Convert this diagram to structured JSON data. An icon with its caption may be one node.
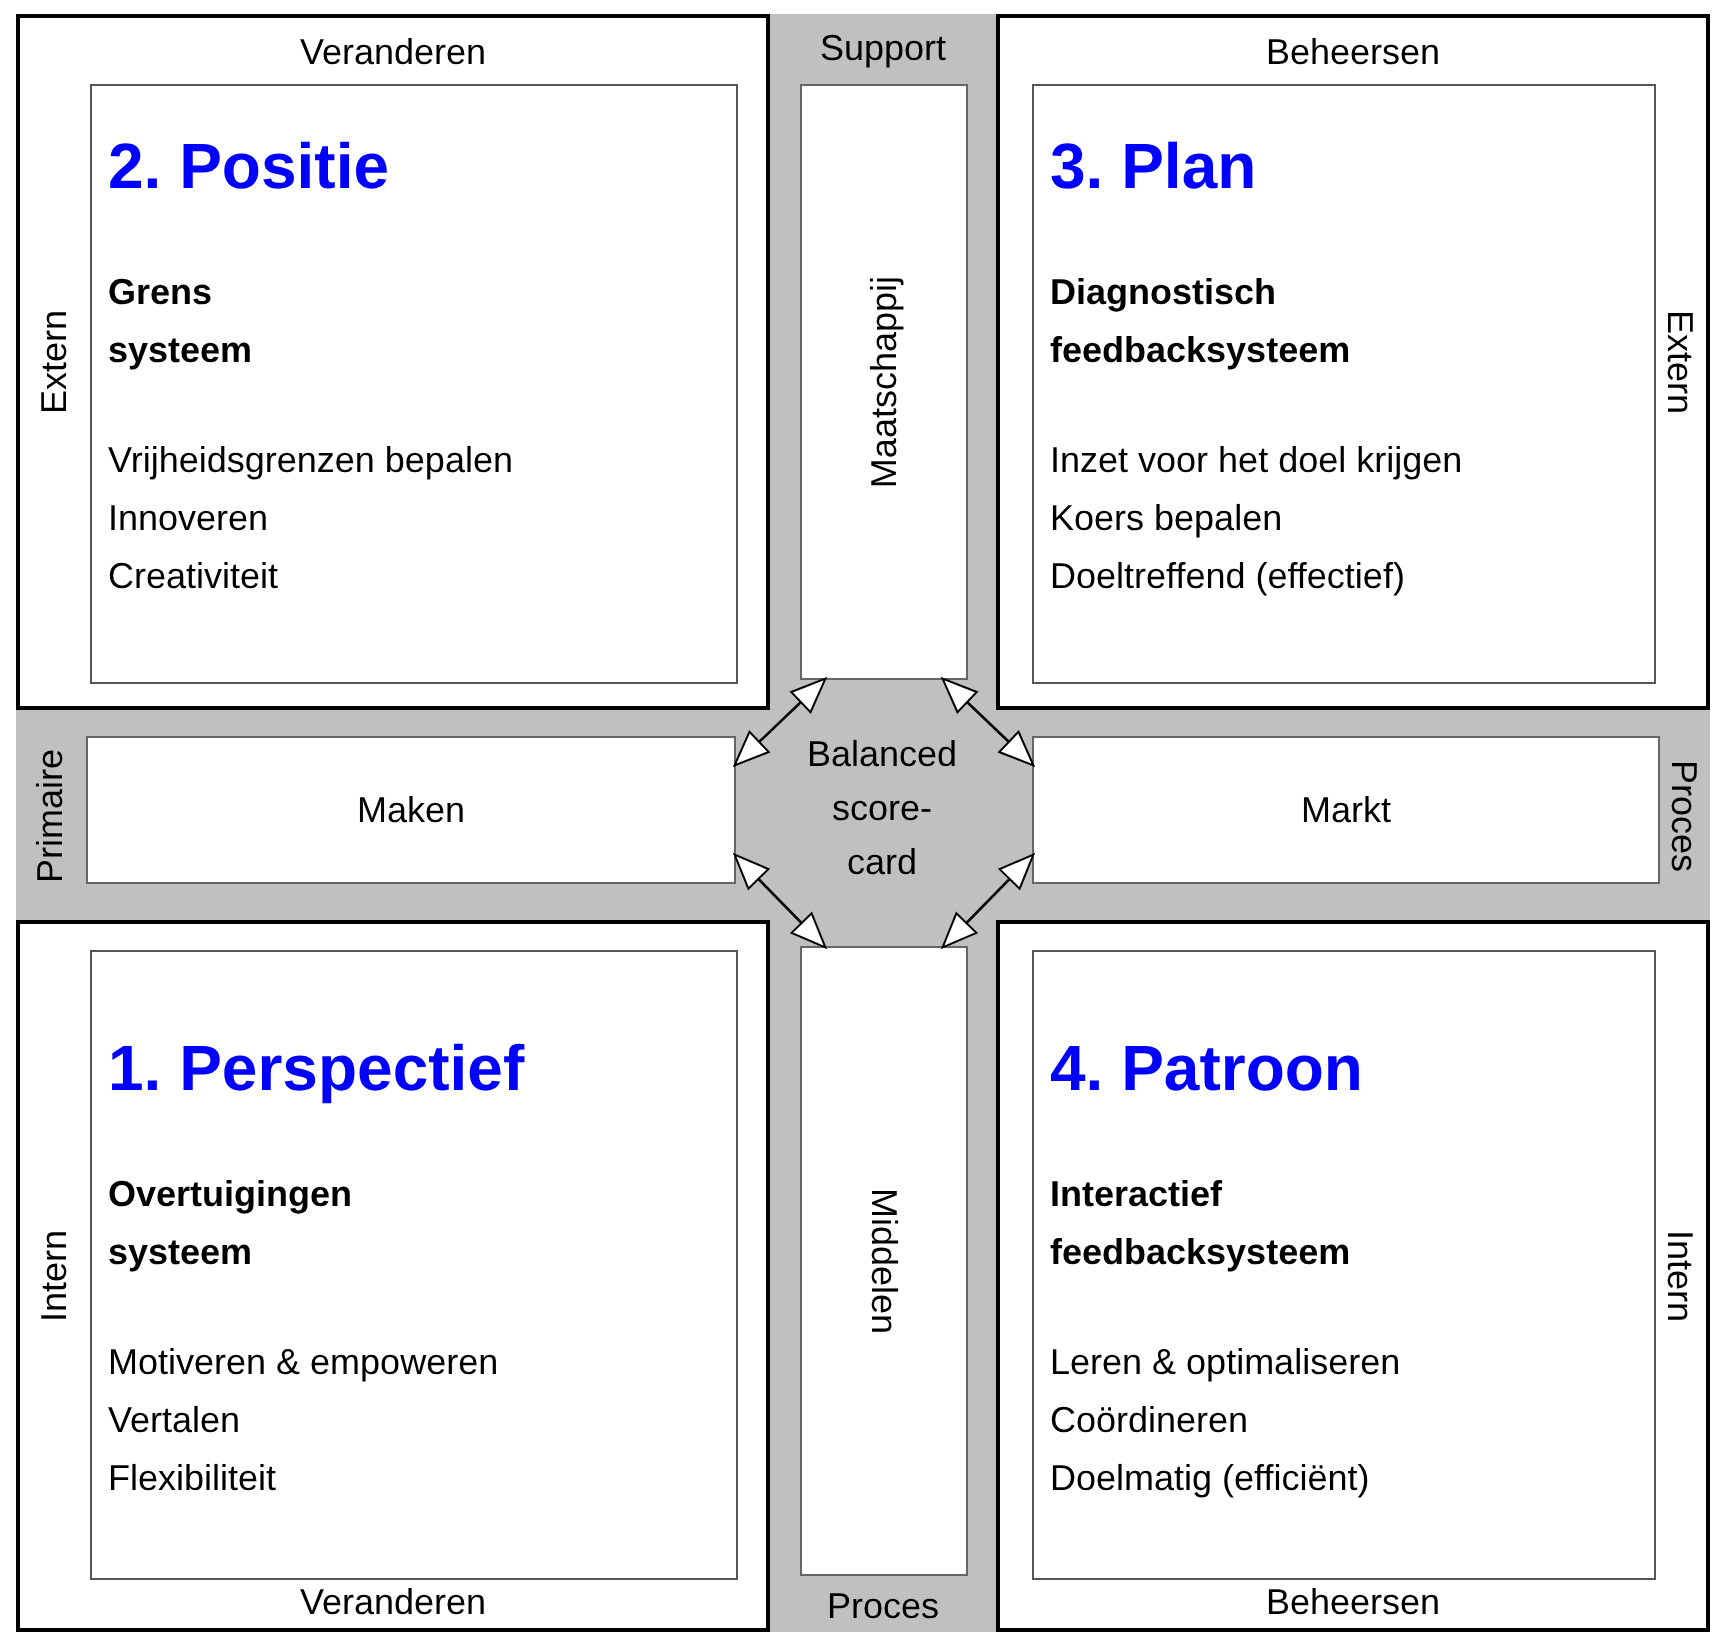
{
  "diagram": {
    "nodes": [
      {
        "text": [
          "Veranderen",
          "Extern"
        ]
      },
      {
        "text": [
          "2. Positie",
          "Grens systeem",
          "Vrijheidsgrenzen bepalen",
          "Innoveren",
          "Creativiteit"
        ],
        "in": 0
      },
      {
        "text": [
          "Support",
          "Proces"
        ]
      },
      {
        "text": [
          "Maatschappij"
        ],
        "in": 2
      },
      {
        "text": [
          "Beheersen",
          "Extern"
        ]
      },
      {
        "text": [
          "3. Plan",
          "Diagnostisch feedbacksysteem",
          "Inzet voor het doel krijgen",
          "Koers bepalen",
          "Doeltreffend (effectief)"
        ],
        "in": 4
      },
      {
        "text": [
          "Primaire",
          "Proces"
        ]
      },
      {
        "text": [
          "Maken"
        ],
        "in": 6
      },
      {
        "text": [
          "Markt"
        ],
        "in": 6
      },
      {
        "text": [
          "Intern",
          "Veranderen"
        ]
      },
      {
        "text": [
          "1. Perspectief",
          "Overtuigingen systeem",
          "Motiveren & empoweren",
          "Vertalen",
          "Flexibiliteit"
        ],
        "in": 9
      },
      {
        "text": [
          "Middelen"
        ],
        "in": 2
      },
      {
        "text": [
          "Intern",
          "Beheersen"
        ]
      },
      {
        "text": [
          "4. Patroon",
          "Interactief feedbacksysteem",
          "Leren & optimaliseren",
          "Coördineren",
          "Doelmatig (efficiënt)"
        ],
        "in": 12
      }
    ],
    "edges": [
      {
        "from": 3,
        "to": 7,
        "arrow": "both"
      },
      {
        "from": 3,
        "to": 8,
        "arrow": "both"
      },
      {
        "from": 7,
        "to": 11,
        "arrow": "both"
      },
      {
        "from": 8,
        "to": 11,
        "arrow": "both"
      }
    ],
    "labels": [
      "Balanced score-card"
    ]
  }
}
